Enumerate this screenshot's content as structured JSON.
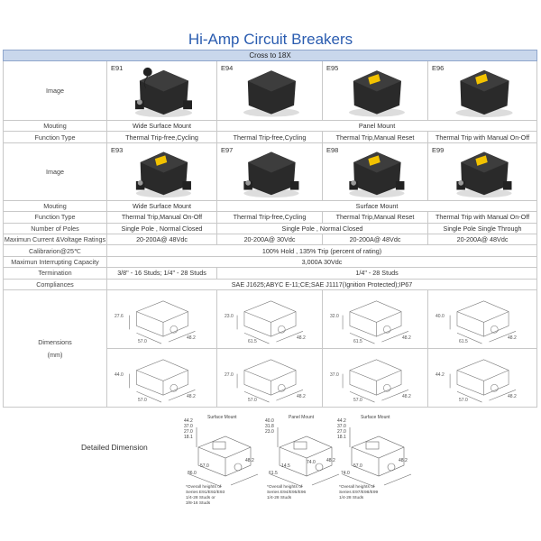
{
  "title": "Hi-Amp Circuit Breakers",
  "header": "Cross to 18X",
  "labels": {
    "image": "Image",
    "mouting": "Mouting",
    "function": "Function Type",
    "poles": "Number of Poles",
    "ratings": "Maximun Current &Voltage Ratings",
    "calibration": "Calibrarion@25℃",
    "interrupt": "Maximun Interrupting Capacity",
    "termination": "Termination",
    "compliances": "Compliances",
    "dimensions": "Dimensions",
    "mm": "(mm)"
  },
  "group1": {
    "models": [
      "E91",
      "E94",
      "E95",
      "E96"
    ],
    "mounting": [
      "Wide Surface Mount",
      "Panel Mount"
    ],
    "function": [
      "Thermal Trip-free,Cycling",
      "Thermal Trip-free,Cycling",
      "Thermal Trip,Manual Reset",
      "Thermal Trip with Manual On-Off"
    ]
  },
  "group2": {
    "models": [
      "E93",
      "E97",
      "E98",
      "E99"
    ],
    "mounting": [
      "Wide Surface Mount",
      "Surface Mount"
    ],
    "function": [
      "Thermal Trip,Manual On-Off",
      "Thermal Trip-free,Cycling",
      "Thermal Trip,Manual Reset",
      "Thermal Trip with Manual On-Off"
    ],
    "poles": [
      "Single Pole , Normal Closed",
      "Single Pole , Normal Closed",
      "Single Pole Single Through"
    ],
    "ratings": [
      "20-200A@ 48Vdc",
      "20-200A@ 30Vdc",
      "20-200A@ 48Vdc",
      "20-200A@ 48Vdc"
    ]
  },
  "calibration": "100% Hold , 135% Trip (percent of rating)",
  "interrupt": "3,000A 30Vdc",
  "termination": [
    "3/8\" - 16 Studs; 1/4\" - 28 Studs",
    "1/4\" - 28 Studs"
  ],
  "compliances": "SAE J1625;ABYC E-11;CE;SAE J1117(Ignition Protected);IP67",
  "dimensions": {
    "row1": [
      [
        "27.6",
        "57.0",
        "48.2"
      ],
      [
        "23.0",
        "61.5",
        "48.2"
      ],
      [
        "32.0",
        "61.5",
        "48.2"
      ],
      [
        "40.0",
        "61.5",
        "48.2"
      ]
    ],
    "row2": [
      [
        "44.0",
        "57.0",
        "48.2"
      ],
      [
        "27.0",
        "57.0",
        "48.2"
      ],
      [
        "37.0",
        "57.0",
        "48.2"
      ],
      [
        "44.2",
        "57.0",
        "48.2"
      ]
    ]
  },
  "detailed": {
    "label": "Detailed Dimension",
    "drawings": [
      {
        "title": "Surface Mount",
        "heights": [
          "44.2",
          "37.0",
          "27.0",
          "18.1"
        ],
        "dims": [
          "57.0",
          "86.0",
          "48.2"
        ],
        "note": [
          "*Overall heights of",
          "Series E91/E92/E93",
          "1/4-28 Studs or",
          "3/8-16 Studs"
        ]
      },
      {
        "title": "Panel Mount",
        "heights": [
          "40.0",
          "31.8",
          "23.0"
        ],
        "dims": [
          "14.5",
          "61.5",
          "74.0",
          "48.2"
        ],
        "note": [
          "*Overall heights of",
          "Series E94/E95/E96",
          "1/4-28 Studs"
        ]
      },
      {
        "title": "Surface Mount",
        "heights": [
          "44.2",
          "37.0",
          "27.0",
          "18.1"
        ],
        "dims": [
          "57.0",
          "74.0",
          "48.2"
        ],
        "note": [
          "*Overall heights of",
          "Series E97/E98/E99",
          "1/4-28 Studs"
        ]
      }
    ]
  }
}
